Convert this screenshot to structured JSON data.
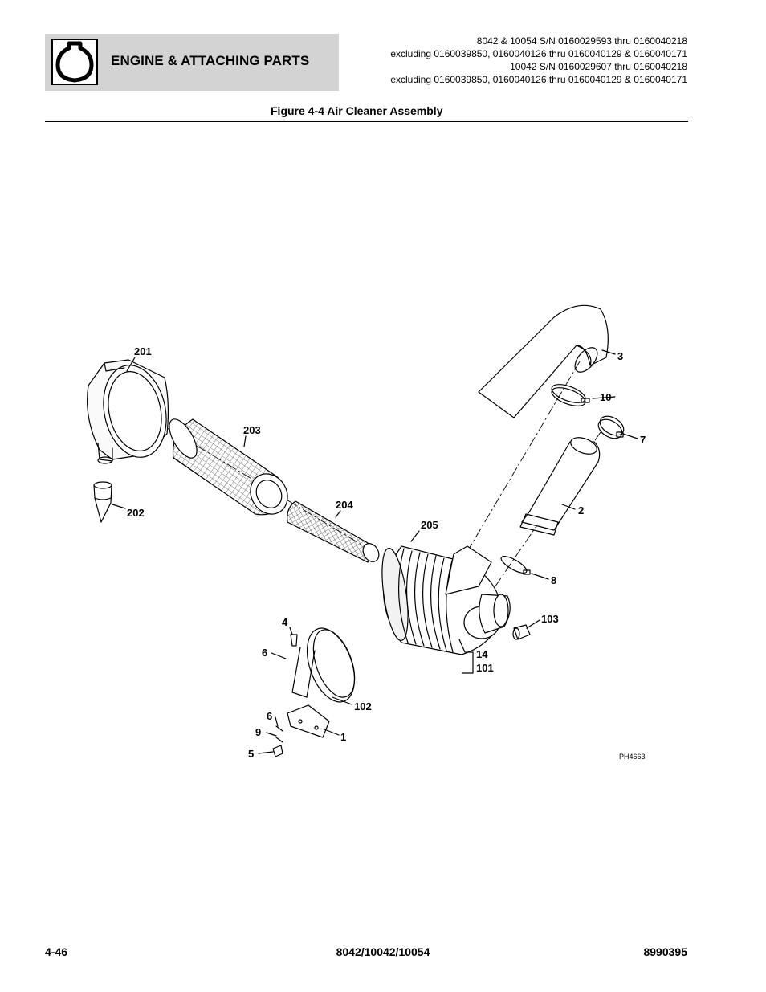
{
  "header": {
    "section_title": "ENGINE & ATTACHING PARTS",
    "serial_lines": [
      "8042 & 10054 S/N 0160029593 thru 0160040218",
      "excluding 0160039850, 0160040126 thru 0160040129 & 0160040171",
      "10042 S/N 0160029607 thru 0160040218",
      "excluding 0160039850, 0160040126 thru 0160040129 & 0160040171"
    ]
  },
  "figure": {
    "title": "Figure 4-4 Air Cleaner Assembly",
    "code": "PH4663",
    "callouts": {
      "c201": "201",
      "c202": "202",
      "c203": "203",
      "c204": "204",
      "c205": "205",
      "c3": "3",
      "c10": "10",
      "c7": "7",
      "c2": "2",
      "c8": "8",
      "c103": "103",
      "c14": "14",
      "c101": "101",
      "c4": "4",
      "c6a": "6",
      "c102": "102",
      "c6b": "6",
      "c9": "9",
      "c1": "1",
      "c5": "5"
    }
  },
  "footer": {
    "page_number": "4-46",
    "models": "8042/10042/10054",
    "doc_number": "8990395"
  }
}
